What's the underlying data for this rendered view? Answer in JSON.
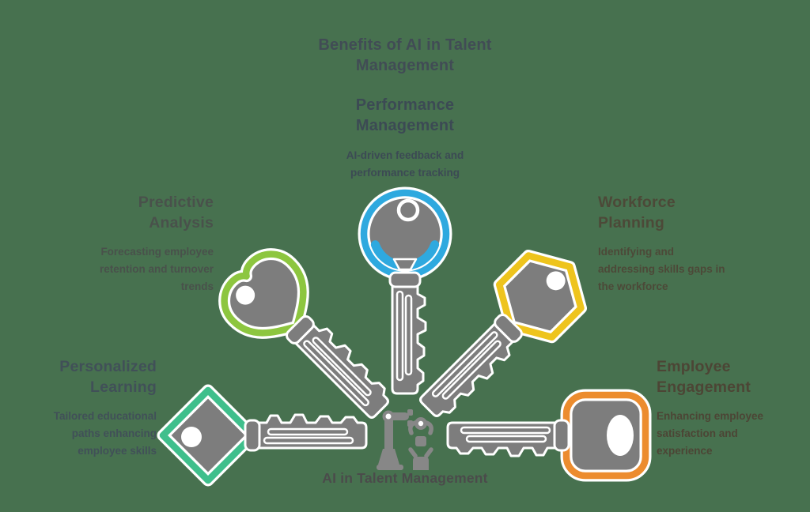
{
  "title": "Benefits of AI in Talent Management",
  "title_color": "#414C55",
  "background_color": "#47714F",
  "key_gray": "#7D7D7D",
  "outline_white": "#FFFFFF",
  "sections": [
    {
      "id": "performance-management",
      "title": "Performance Management",
      "description": "AI-driven feedback and performance tracking",
      "accent": "#2EA9DF",
      "text_color": "#3C4A54",
      "key_head_shape": "round",
      "key_position": "top-center"
    },
    {
      "id": "predictive-analysis",
      "title": "Predictive Analysis",
      "description": "Forecasting employee retention and turnover trends",
      "accent": "#8DC63F",
      "text_color": "#49514B",
      "key_head_shape": "heart-clover",
      "key_position": "upper-left"
    },
    {
      "id": "workforce-planning",
      "title": "Workforce Planning",
      "description": "Identifying and addressing skills gaps in the workforce",
      "accent": "#EEC41D",
      "text_color": "#4C4938",
      "key_head_shape": "hexagon",
      "key_position": "upper-right"
    },
    {
      "id": "personalized-learning",
      "title": "Personalized Learning",
      "description": "Tailored educational paths enhancing employee skills",
      "accent": "#3FBF8C",
      "text_color": "#415058",
      "key_head_shape": "diamond",
      "key_position": "lower-left"
    },
    {
      "id": "employee-engagement",
      "title": "Employee Engagement",
      "description": "Enhancing employee satisfaction and experience",
      "accent": "#EC8C2E",
      "text_color": "#4C4535",
      "key_head_shape": "rounded-square",
      "key_position": "lower-right"
    }
  ],
  "center": {
    "label": "AI in Talent Management",
    "color": "#4B4B4B",
    "icon": "robot-arm-lifting-person-icon",
    "icon_color": "#878787"
  }
}
